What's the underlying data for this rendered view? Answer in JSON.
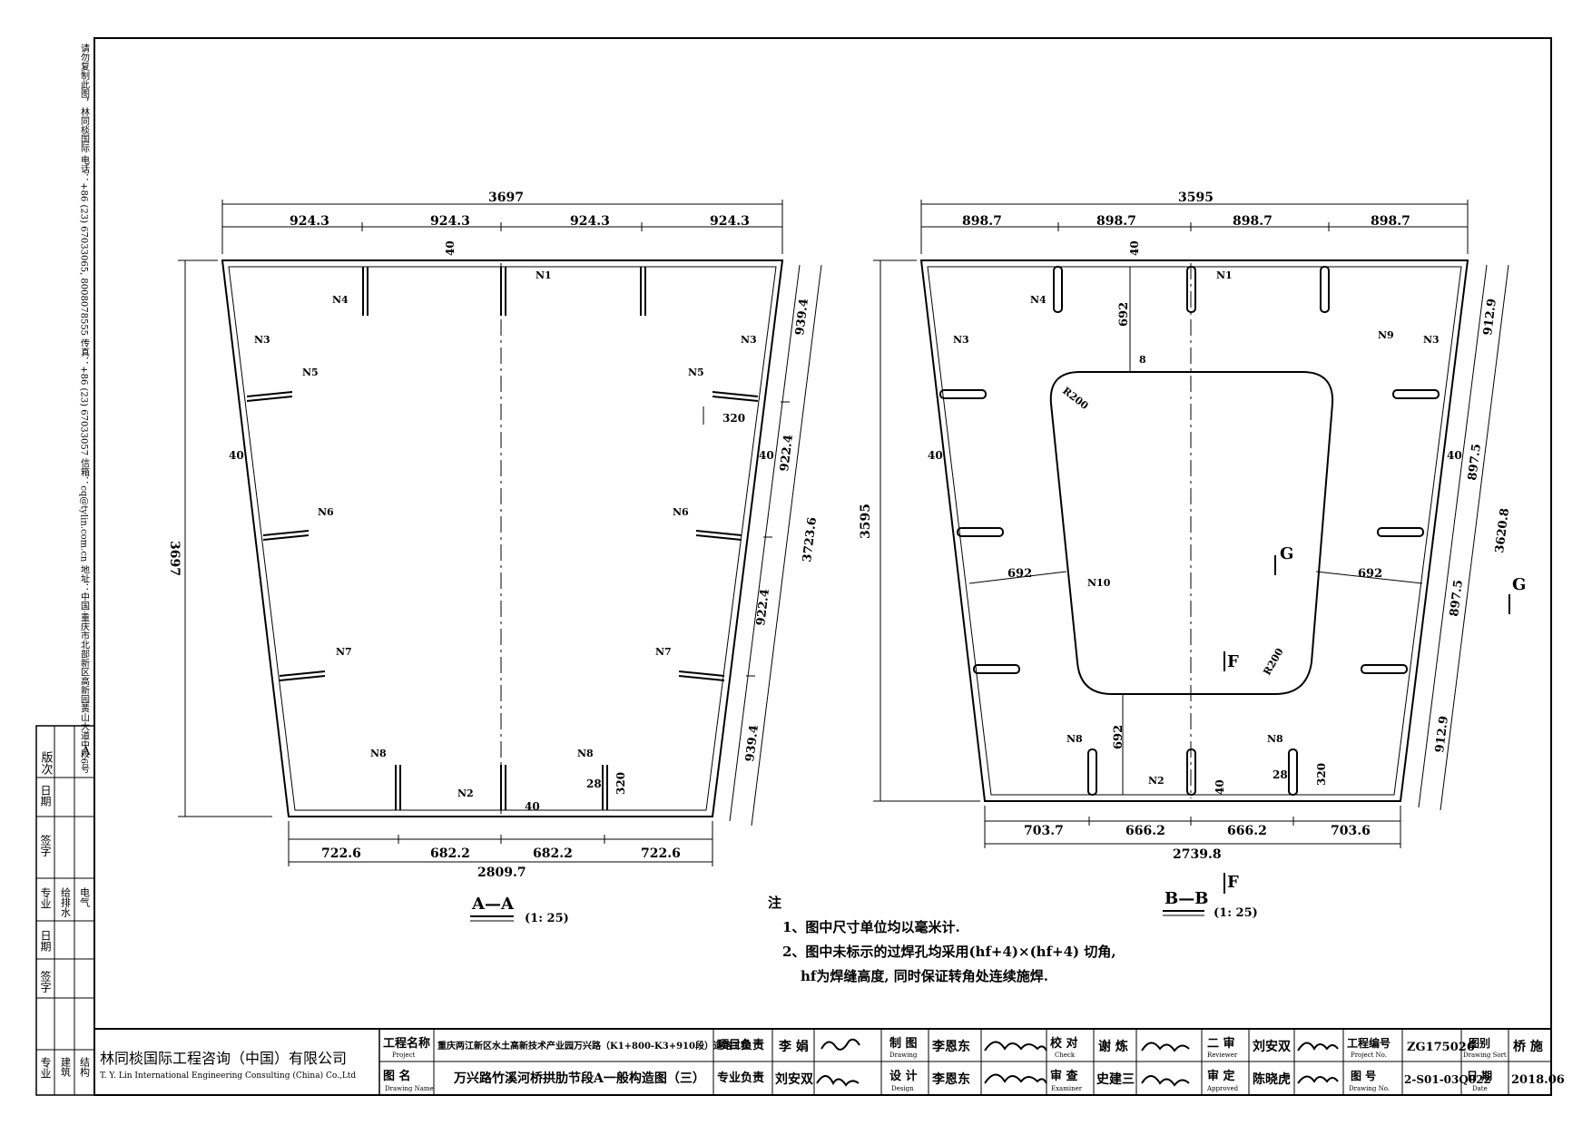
{
  "left_strip": {
    "company_info": "请勿复制此图，林同棪国际  电话：+86 (23) 67033065, 8008078555  传真：+86 (23) 67033057  信箱：cq@tylin.com.cn  地址：中国·重庆市北部新区高新园黄山大道中段6号",
    "col_header_top": "版次",
    "col_header_top_val": "A",
    "col_date": "日期",
    "col_sign": "签字",
    "col_major": "专业",
    "col_majors": [
      "给排水",
      "电气"
    ],
    "col_date2": "日期",
    "col_sign2": "签字",
    "col_major2": "专业",
    "col_majors2": [
      "建筑",
      "结构"
    ]
  },
  "section_aa": {
    "title": "A—A",
    "scale": "(1: 25)",
    "dims": {
      "top_total": "3697",
      "top_parts": [
        "924.3",
        "924.3",
        "924.3",
        "924.3"
      ],
      "left_height": "3697",
      "bottom_parts": [
        "722.6",
        "682.2",
        "682.2",
        "722.6"
      ],
      "bottom_total": "2809.7",
      "right_parts": [
        "939.4",
        "922.4",
        "922.4",
        "939.4"
      ],
      "right_total": "3723.6",
      "plate_top": "40",
      "plate_left": "40",
      "plate_right": "40",
      "plate_bottom": "40",
      "stiffener_width": "320",
      "n8_gap": "28",
      "n8_height": "320"
    },
    "labels": [
      "N1",
      "N2",
      "N3",
      "N3",
      "N4",
      "N5",
      "N5",
      "N6",
      "N6",
      "N7",
      "N7",
      "N8",
      "N8"
    ]
  },
  "section_bb": {
    "title": "B—B",
    "scale": "(1: 25)",
    "dims": {
      "top_total": "3595",
      "top_parts": [
        "898.7",
        "898.7",
        "898.7",
        "898.7"
      ],
      "left_height": "3595",
      "bottom_parts": [
        "703.7",
        "666.2",
        "666.2",
        "703.6"
      ],
      "bottom_total": "2739.8",
      "right_parts": [
        "912.9",
        "897.5",
        "897.5",
        "912.9"
      ],
      "right_total": "3620.8",
      "hole_top_offset": "692",
      "hole_bottom_offset": "692",
      "hole_left_offset": "692",
      "hole_right_offset": "692",
      "radius_1": "R200",
      "radius_2": "R200",
      "weld": "8",
      "plate_top": "40",
      "plate_left": "40",
      "plate_right": "40",
      "plate_bottom": "40",
      "n8_gap": "28",
      "n8_height": "320"
    },
    "labels": [
      "N1",
      "N2",
      "N3",
      "N3",
      "N4",
      "N8",
      "N8",
      "N9",
      "N10"
    ],
    "section_marks": [
      "G",
      "G",
      "F",
      "F"
    ]
  },
  "notes": {
    "heading": "注",
    "items": [
      "1、图中尺寸单位均以毫米计.",
      "2、图中未标示的过焊孔均采用(hf+4)×(hf+4) 切角,",
      "hf为焊缝高度, 同时保证转角处连续施焊."
    ]
  },
  "title_block": {
    "company_cn": "林同棪国际工程咨询（中国）有限公司",
    "company_en": "T. Y. Lin International Engineering Consulting (China) Co.,Ltd",
    "project_label": "工程名称",
    "project_label_en": "Project",
    "project_name": "重庆两江新区水土高新技术产业园万兴路（K1+800-K3+910段）道路工程",
    "drawing_label": "图  名",
    "drawing_label_en": "Drawing Name",
    "drawing_name": "万兴路竹溪河桥拱肋节段A一般构造图（三）",
    "proj_lead_label": "项目负责",
    "proj_lead": "李 娟",
    "spec_lead_label": "专业负责",
    "spec_lead": "刘安双",
    "drawn_label": "制 图",
    "drawn_label_en": "Drawing",
    "drawn": "李恩东",
    "design_label": "设 计",
    "design_label_en": "Design",
    "design": "李恩东",
    "check_label": "校 对",
    "check_label_en": "Check",
    "check": "谢 炼",
    "examine_label": "审 查",
    "examine_label_en": "Examiner",
    "examine": "史建三",
    "review_label": "二 审",
    "review_label_en": "Reviewer",
    "review": "刘安双",
    "approve_label": "审 定",
    "approve_label_en": "Approved",
    "approve": "陈晓虎",
    "project_no_label": "工程编号",
    "project_no_label_en": "Project No.",
    "project_no": "ZG175026",
    "drawing_no_label": "图 号",
    "drawing_no_label_en": "Drawing No.",
    "drawing_no": "2-S01-03Q022",
    "sort_label": "图别",
    "sort_label_en": "Drawing Sort",
    "sort": "桥 施",
    "date_label": "日 期",
    "date_label_en": "Date",
    "date": "2018.06"
  }
}
